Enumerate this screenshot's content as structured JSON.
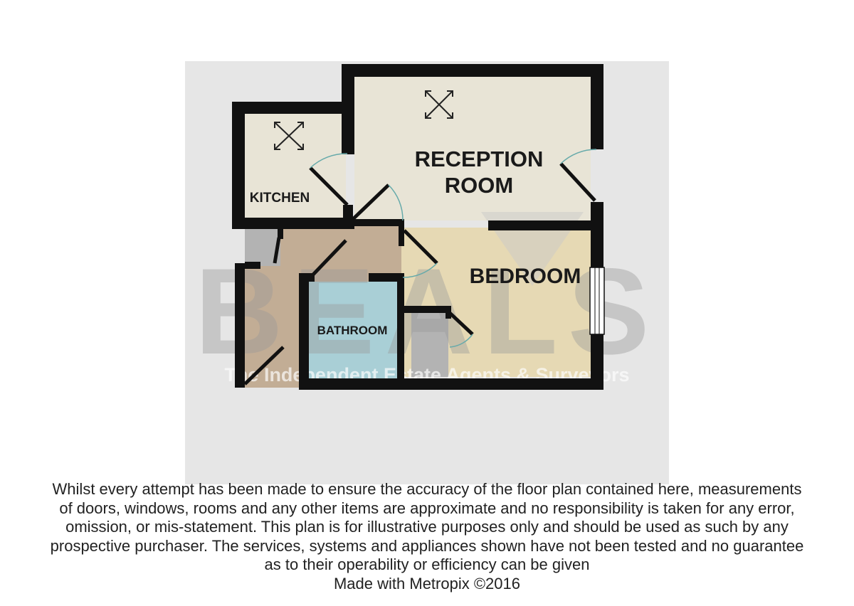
{
  "rooms": {
    "reception_line1": "RECEPTION",
    "reception_line2": "ROOM",
    "kitchen": "KITCHEN",
    "bedroom": "BEDROOM",
    "bathroom": "BATHROOM"
  },
  "watermark": {
    "logo_text": "BEALS",
    "tagline": "The Independent Estate Agents & Surveyors"
  },
  "disclaimer": {
    "lines": [
      "Whilst every attempt has been made to ensure the accuracy of the floor plan contained here, measurements",
      "of doors, windows, rooms and any other items are approximate and no responsibility is taken for any error,",
      "omission, or mis-statement. This plan is for illustrative purposes only and should be used as such by any",
      "prospective purchaser. The services, systems and appliances shown have not been tested and no guarantee",
      "as to their operability or efficiency can be given"
    ],
    "credit": "Made with Metropix ©2016"
  },
  "colors": {
    "wall": "#111111",
    "reception_floor": "#e8e4d6",
    "kitchen_floor": "#e8e4d6",
    "bedroom_floor": "#e6d9b4",
    "hall_floor": "#c2ad95",
    "bathroom_floor": "#a9cfd6",
    "cupboard_floor": "#b3b3b3",
    "plan_background": "#e6e6e6"
  },
  "icons": [
    "skylight-icon",
    "door-swing-icon",
    "window-icon"
  ]
}
